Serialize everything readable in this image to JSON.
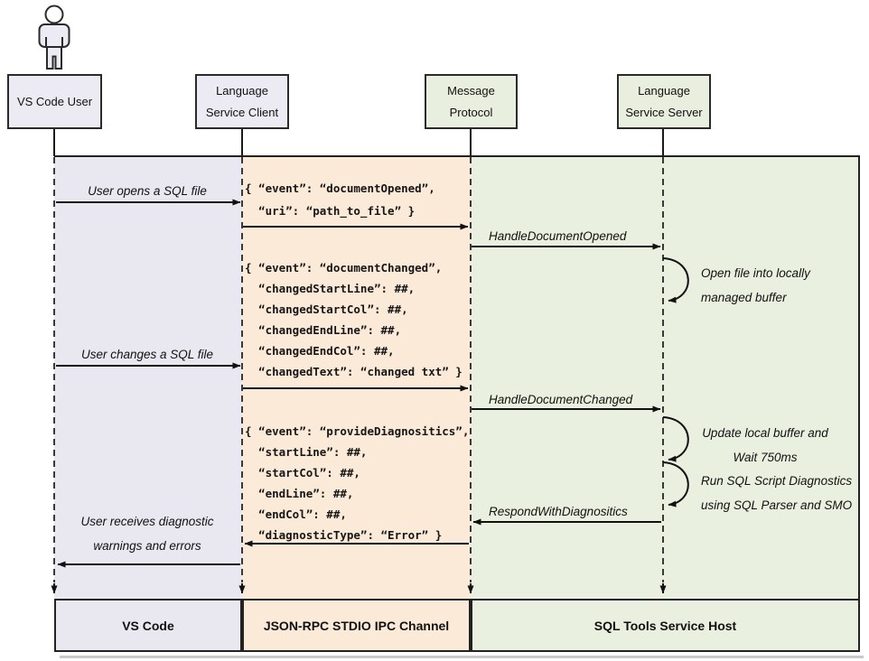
{
  "colors": {
    "lavender": "#e9e8f1",
    "peach": "#fcead9",
    "green": "#eaf0df",
    "line": "#1a1a1a"
  },
  "actors": [
    {
      "id": "vscode-user",
      "lines": [
        "VS Code User"
      ]
    },
    {
      "id": "language-service-client",
      "lines": [
        "Language",
        "Service Client"
      ]
    },
    {
      "id": "message-protocol",
      "lines": [
        "Message",
        "Protocol"
      ]
    },
    {
      "id": "language-service-server",
      "lines": [
        "Language",
        "Service Server"
      ]
    }
  ],
  "messages": {
    "user_opens": "User opens a SQL file",
    "handle_document_opened": "HandleDocumentOpened",
    "open_file_1": "Open file into locally",
    "open_file_2": "managed buffer",
    "user_changes": "User changes a SQL file",
    "handle_document_changed": "HandleDocumentChanged",
    "update_buffer_1": "Update local buffer and",
    "update_buffer_2": "Wait 750ms",
    "run_diag_1": "Run SQL Script Diagnostics",
    "run_diag_2": "using SQL Parser and SMO",
    "respond_with_diagnostics": "RespondWithDiagnositics",
    "user_receives_1": "User receives diagnostic",
    "user_receives_2": "warnings and errors"
  },
  "payloads": {
    "document_opened": [
      "{ “event”: “documentOpened”,",
      "  “uri”: “path_to_file” }"
    ],
    "document_changed": [
      "{ “event”: “documentChanged”,",
      "  “changedStartLine”: ##,",
      "  “changedStartCol”: ##,",
      "  “changedEndLine”: ##,",
      "  “changedEndCol”: ##,",
      "  “changedText”: “changed txt” }"
    ],
    "provide_diagnostics": [
      "{ “event”: “provideDiagnositics”,",
      "  “startLine”: ##,",
      "  “startCol”: ##,",
      "  “endLine”: ##,",
      "  “endCol”: ##,",
      "  “diagnosticType”: “Error” }"
    ]
  },
  "lanes": [
    {
      "label": "VS Code"
    },
    {
      "label": "JSON-RPC STDIO IPC Channel"
    },
    {
      "label": "SQL Tools Service Host"
    }
  ]
}
